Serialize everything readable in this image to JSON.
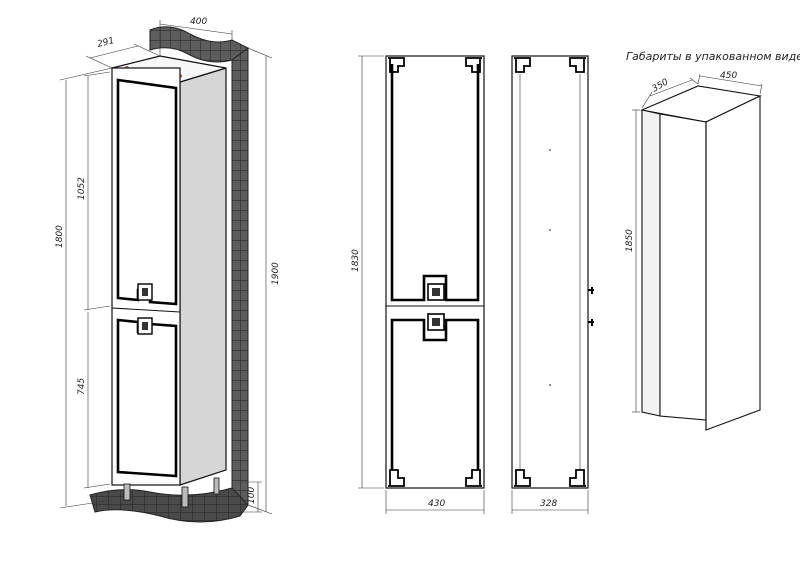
{
  "dimensions": {
    "iso_width": "400",
    "iso_depth": "291",
    "iso_height_total": "1800",
    "iso_upper_section": "1052",
    "iso_lower_section": "745",
    "iso_height_with_wall": "1900",
    "iso_legs": "100",
    "front_height": "1830",
    "front_width": "430",
    "side_depth": "328",
    "pack_depth": "350",
    "pack_width": "450",
    "pack_height": "1850"
  },
  "pack_caption": "Габариты в упакованном виде"
}
